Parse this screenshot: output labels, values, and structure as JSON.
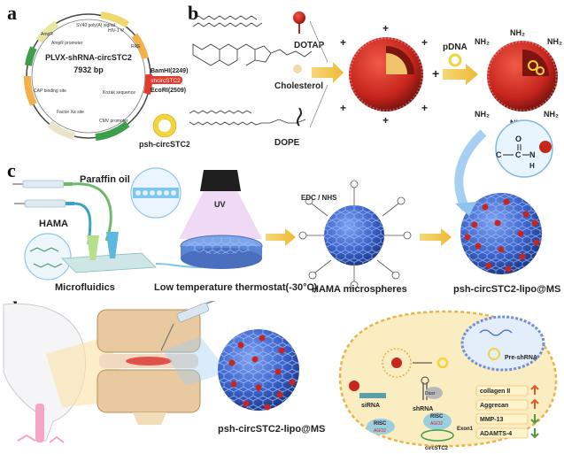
{
  "panels": {
    "a": {
      "label": "a",
      "plasmid_name": "PLVX-shRNA-circSTC2",
      "plasmid_size": "7932 bp",
      "features": [
        "SV40 poly(A) signal",
        "HIV-1 Ψ",
        "RRE",
        "AmpR",
        "AmpR promoter",
        "CAP binding site",
        "Factor Xa site",
        "Kozak sequence",
        "CMV promoter"
      ],
      "sites": [
        "BamHI(2249)",
        "EcoRI(2509)"
      ],
      "insert_label": "shcircSTC2",
      "product_label": "psh-circSTC2"
    },
    "b": {
      "label": "b",
      "lipids": [
        "DOTAP",
        "Cholesterol",
        "DOPE"
      ],
      "pdna_label": "pDNA",
      "nh2": "NH₂"
    },
    "c": {
      "label": "c",
      "oil_label": "Paraffin oil",
      "hama_label": "HAMA",
      "uv_label": "UV",
      "reagent_label": "EDC / NHS",
      "microfluidics_label": "Microfluidics",
      "thermostat_label": "Low temperature thermostat(-30°C)",
      "microspheres_label": "HAMA microspheres",
      "product_label": "psh-circSTC2-lipo@MS"
    },
    "d": {
      "label": "d",
      "product_label": "psh-circSTC2-lipo@MS",
      "pre_shrna": "Pre-shRNA",
      "dicer": "Dicer",
      "shrna": "shRNA",
      "sirna": "siRNA",
      "risc": "RISC",
      "ago2": "AGO2",
      "circ": "circSTC2",
      "exon": "Exon1",
      "markers": [
        {
          "name": "collagen II",
          "color": "#e05a2a"
        },
        {
          "name": "Aggrecan",
          "color": "#e05a2a"
        },
        {
          "name": "MMP-13",
          "color": "#4f9a3c"
        },
        {
          "name": "ADAMTS-4",
          "color": "#4f9a3c"
        }
      ]
    }
  },
  "colors": {
    "lipid_red": "#c7251d",
    "sphere_blue": "#3d63c9",
    "cell_bg": "#fbedc2",
    "arrow_gold": "#f2c24a",
    "flow_blue": "#8ec3f0"
  }
}
